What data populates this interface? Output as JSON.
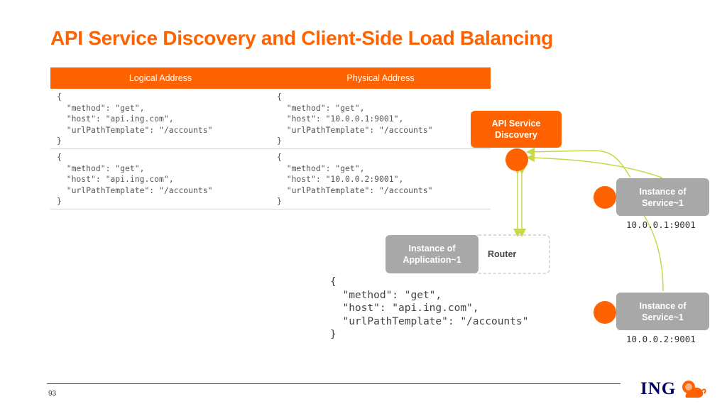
{
  "title": "API Service Discovery and Client-Side Load Balancing",
  "table": {
    "headers": [
      "Logical Address",
      "Physical Address"
    ],
    "rows": [
      {
        "logical": "{\n  \"method\": \"get\",\n  \"host\": \"api.ing.com\",\n  \"urlPathTemplate\": \"/accounts\"\n}",
        "physical": "{\n  \"method\": \"get\",\n  \"host\": \"10.0.0.1:9001\",\n  \"urlPathTemplate\": \"/accounts\"\n}"
      },
      {
        "logical": "{\n  \"method\": \"get\",\n  \"host\": \"api.ing.com\",\n  \"urlPathTemplate\": \"/accounts\"\n}",
        "physical": "{\n  \"method\": \"get\",\n  \"host\": \"10.0.0.2:9001\",\n  \"urlPathTemplate\": \"/accounts\"\n}"
      }
    ]
  },
  "diagram": {
    "discovery_label": "API Service\nDiscovery",
    "service1_label": "Instance of\nService~1",
    "service1_ip": "10.0.0.1:9001",
    "service2_label": "Instance of\nService~1",
    "service2_ip": "10.0.0.2:9001",
    "app_label": "Instance of\nApplication~1",
    "router_label": "Router",
    "request": "{\n  \"method\": \"get\",\n  \"host\": \"api.ing.com\",\n  \"urlPathTemplate\": \"/accounts\"\n}"
  },
  "footer": {
    "page_number": "93",
    "logo_text": "ING"
  },
  "colors": {
    "accent": "#ff6200",
    "box_gray": "#a8a8a8",
    "connector": "#c8d84a",
    "logo_navy": "#000066"
  }
}
